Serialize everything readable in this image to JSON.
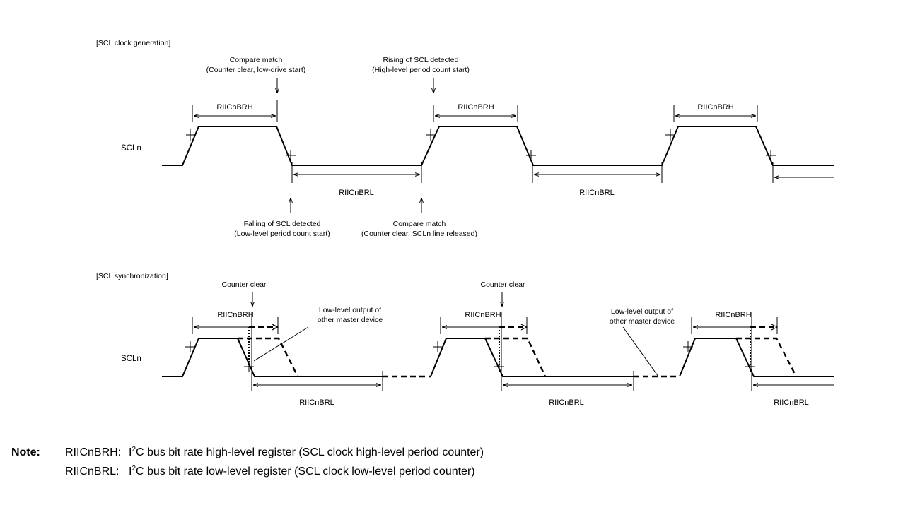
{
  "top": {
    "section_title": "[SCL clock generation]",
    "signal": "SCLn",
    "compare_match_1": {
      "line1": "Compare match",
      "line2": "(Counter clear, low-drive start)"
    },
    "rising_detected": {
      "line1": "Rising of SCL detected",
      "line2": "(High-level period count start)"
    },
    "falling_detected": {
      "line1": "Falling of SCL detected",
      "line2": "(Low-level period count start)"
    },
    "compare_match_2": {
      "line1": "Compare match",
      "line2": "(Counter clear, SCLn line released)"
    },
    "brh": "RIICnBRH",
    "brl": "RIICnBRL"
  },
  "bottom": {
    "section_title": "[SCL synchronization]",
    "signal": "SCLn",
    "counter_clear": "Counter clear",
    "other_master": {
      "line1": "Low-level output of",
      "line2": "other master device"
    },
    "brh": "RIICnBRH",
    "brl": "RIICnBRL"
  },
  "note": {
    "label": "Note:",
    "items": [
      {
        "reg": "RIICnBRH:",
        "pre": "I",
        "sup": "2",
        "post": "C bus bit rate high-level register (SCL clock high-level period counter)"
      },
      {
        "reg": "RIICnBRL:",
        "pre": "I",
        "sup": "2",
        "post": "C bus bit rate low-level register (SCL clock low-level period counter)"
      }
    ]
  }
}
